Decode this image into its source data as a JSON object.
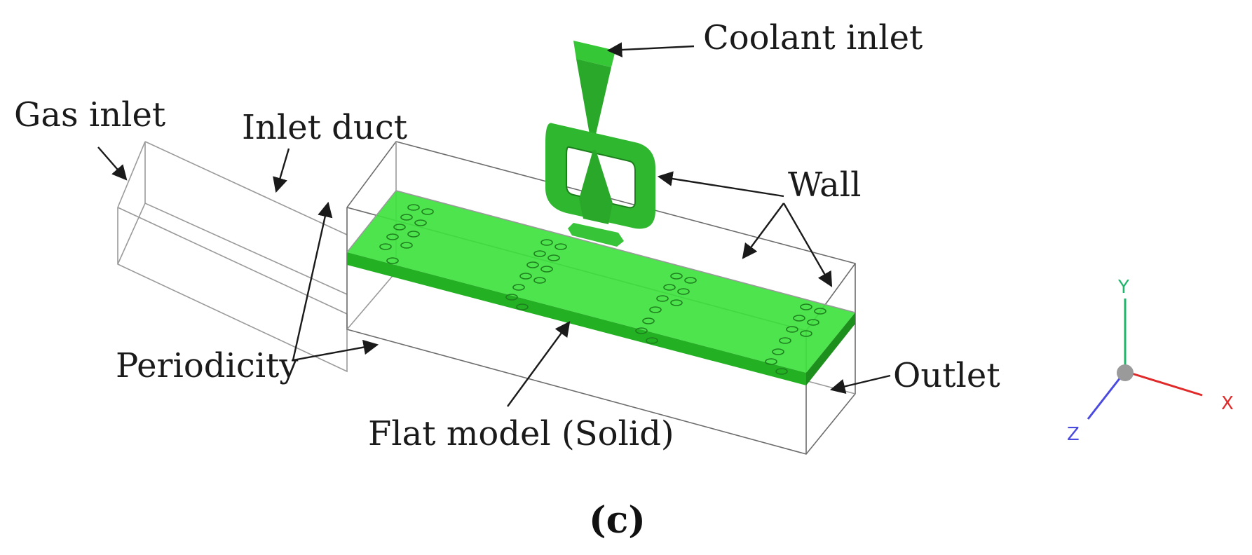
{
  "labels": {
    "gas_inlet": "Gas inlet",
    "inlet_duct": "Inlet duct",
    "coolant_inlet": "Coolant inlet",
    "wall": "Wall",
    "periodicity": "Periodicity",
    "outlet": "Outlet",
    "flat_model": "Flat model (Solid)"
  },
  "axes": {
    "x": "X",
    "y": "Y",
    "z": "Z"
  },
  "caption": "(c)",
  "colors": {
    "solid_green": "#3ed63e",
    "solid_green_dark": "#1f9a1f",
    "plenum_green": "#2fb52f",
    "axis_x": "#e02a2a",
    "axis_y": "#1fb56b",
    "axis_z": "#4a4ae0",
    "origin": "#9a9a9a"
  }
}
